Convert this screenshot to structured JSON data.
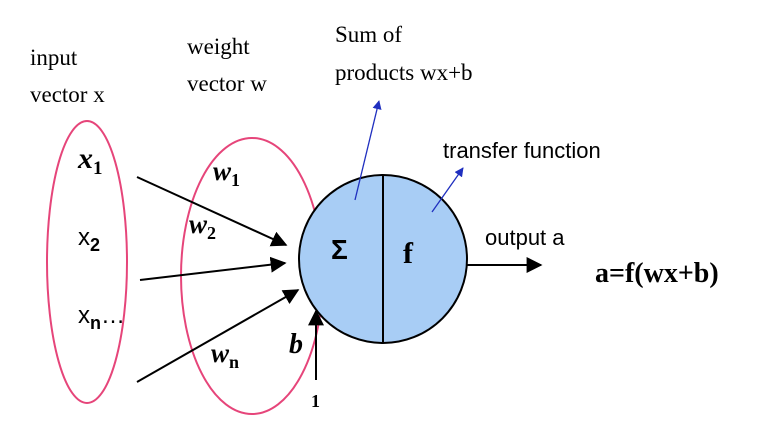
{
  "labels": {
    "input_line1": "input",
    "input_line2": "vector x",
    "weight_line1": "weight",
    "weight_line2": "vector w",
    "sum_line1": "Sum of",
    "sum_line2": "products wx+b",
    "transfer": "transfer function",
    "output": "output a",
    "formula": "a=f(wx+b)"
  },
  "inputs": {
    "x": "x",
    "sub1": "1",
    "sub2": "2",
    "subn": "n",
    "ellipsis": "…"
  },
  "weights": {
    "w": "w",
    "sub1": "1",
    "sub2": "2",
    "subn": "n"
  },
  "bias": {
    "b": "b",
    "one": "1"
  },
  "neuron": {
    "sum_symbol": "Σ",
    "f_symbol": "f"
  },
  "colors": {
    "ellipse_outline": "#e6457a",
    "neuron_fill": "#a8cdf5",
    "annotation_arrow": "#1f2fbf",
    "line": "#000000"
  }
}
